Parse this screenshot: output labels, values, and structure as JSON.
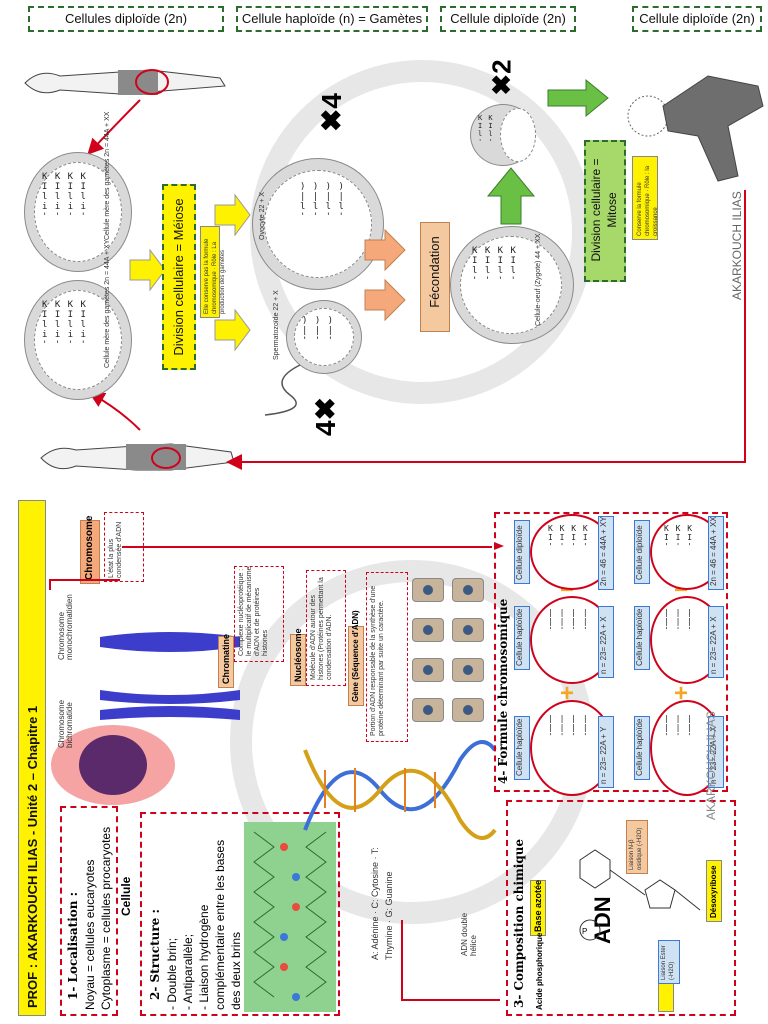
{
  "headers": {
    "h1": "Cellules diploïde (2n)",
    "h2": "Cellule haploïde (n) = Gamètes",
    "h3": "Cellule diploïde (2n)",
    "h4": "Cellule diploïde (2n)"
  },
  "top": {
    "multiplier_4_top": "✖4",
    "multiplier_4_bottom": "4✖",
    "multiplier_2": "✖2",
    "meiose": "Division cellulaire = Méiose",
    "meiose_sub": "Elle conserve pas la formule chromosomique · Rôle : La production des gamètes",
    "fecondation": "Fécondation",
    "mitose": "Division cellulaire = Mitose",
    "mitose_sub": "Conserve la formule chromosomique · Rôle : la croissance",
    "cell_mere_f": "Cellule mère des gamètes 2n = 44A + XX",
    "cell_mere_m": "Cellule mère des gamètes 2n = 44A + XY",
    "ovocyte": "Ovocyte 22 + X",
    "spermatozoide": "Spermatozoïde 22 + X",
    "zygote": "Cellule-oeuf (Zygote) 44 + XX",
    "watermark_name": "AKARKOUCH ILIAS"
  },
  "bottom": {
    "title": "PROF : AKARKOUCH ILIAS - Unité 2 – Chapitre 1",
    "loc_title": "1- Localisation :",
    "loc_line1": "Noyau = cellules eucaryotes",
    "loc_line2": "Cytoplasme = cellules procaryotes",
    "struct_title": "2- Structure :",
    "struct_line1": "- Double brin;",
    "struct_line2": "- Antiparallèle;",
    "struct_line3": "- Liaison hydrogène",
    "struct_line4": "complémentaire entre les bases",
    "struct_line5": "des deux brins",
    "cellule": "Cellule",
    "chromosome": "Chromosome",
    "chromosome_def": "L'état la plus condensée d'ADN",
    "chromo_bi": "Chromosome bichromatide",
    "chromo_mono": "Chromosome monochromatidien",
    "chromatine": "Chromatine",
    "chromatine_def": "Complexe nucléoprotéique : le multiplicatif de mécanisme d'ADN et de protéines histones",
    "nucleosome": "Nucléosome",
    "nucleosome_def": "Molécule d'ADN autour des histones (Protéines permettant la condensation d'ADN.",
    "gene": "Gène (Séquence d'ADN)",
    "gene_def": "Portion d'ADN responsable de la synthèse d'une protéine déterminant par suite un caractère.",
    "bases": "A: Adénine · C: Cytosine · T: Thymine · G: Guanine",
    "adn_double": "ADN double hélice",
    "compo_title": "3- Composition chimique",
    "base_azotee": "Base azotée",
    "acide_phospho": "Acide phosphorique",
    "desoxyribose": "Désoxyribose",
    "adn": "ADN",
    "liaison_ester": "Liaison Ester (-H2O)",
    "liaison_n": "Liaison N-β osidique (-H2O)",
    "formule_title": "4- Formule chromosomique",
    "cell_haploide": "Cellule haploïde",
    "cell_diploide": "Cellule diploïde",
    "f_hap1": "n = 23= 22A + Y",
    "f_hap2": "n = 23= 22A + X",
    "f_dip1": "2n = 46 = 44A + XY",
    "f_hap3": "n = 23= 22A + X",
    "f_hap4": "n = 23= 22A + X",
    "f_dip2": "2n = 46 = 44A + XX",
    "plus": "+",
    "equals": "="
  }
}
